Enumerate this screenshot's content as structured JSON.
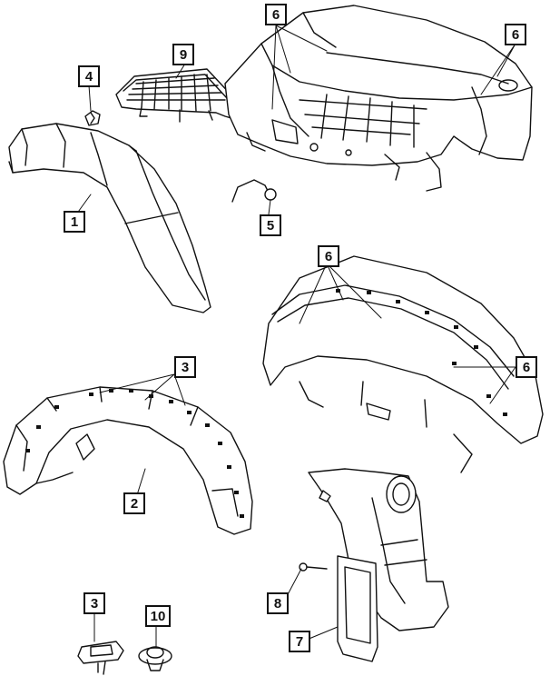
{
  "diagram": {
    "callouts": [
      {
        "id": "c1",
        "label": "1"
      },
      {
        "id": "c2",
        "label": "2"
      },
      {
        "id": "c3a",
        "label": "3"
      },
      {
        "id": "c3b",
        "label": "3"
      },
      {
        "id": "c4",
        "label": "4"
      },
      {
        "id": "c5",
        "label": "5"
      },
      {
        "id": "c6a",
        "label": "6"
      },
      {
        "id": "c6b",
        "label": "6"
      },
      {
        "id": "c6c",
        "label": "6"
      },
      {
        "id": "c6d",
        "label": "6"
      },
      {
        "id": "c7",
        "label": "7"
      },
      {
        "id": "c8",
        "label": "8"
      },
      {
        "id": "c9",
        "label": "9"
      },
      {
        "id": "c10",
        "label": "10"
      }
    ]
  }
}
